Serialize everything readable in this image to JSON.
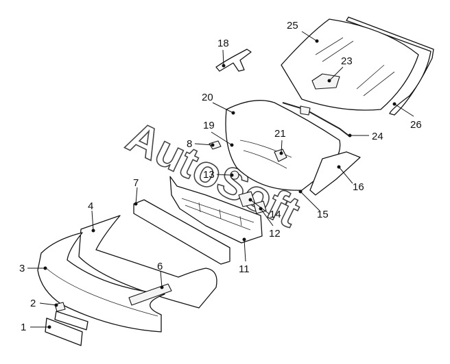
{
  "watermark": "AutoSoft",
  "callouts": [
    "1",
    "2",
    "3",
    "4",
    "6",
    "7",
    "8",
    "11",
    "12",
    "13",
    "14",
    "15",
    "16",
    "18",
    "19",
    "20",
    "21",
    "23",
    "24",
    "25",
    "26"
  ],
  "parts": [
    {
      "id": "part-1",
      "name": "license-plate-panel"
    },
    {
      "id": "part-2",
      "name": "plate-bracket"
    },
    {
      "id": "part-3",
      "name": "bumper-cover"
    },
    {
      "id": "part-4",
      "name": "bumper-reinforcement"
    },
    {
      "id": "part-6",
      "name": "bumper-trim-strip"
    },
    {
      "id": "part-7",
      "name": "crossmember-bar"
    },
    {
      "id": "part-11",
      "name": "rear-panel"
    },
    {
      "id": "part-20",
      "name": "trunk-lid"
    },
    {
      "id": "part-25",
      "name": "rear-window-glass"
    },
    {
      "id": "part-26",
      "name": "window-seal"
    }
  ]
}
